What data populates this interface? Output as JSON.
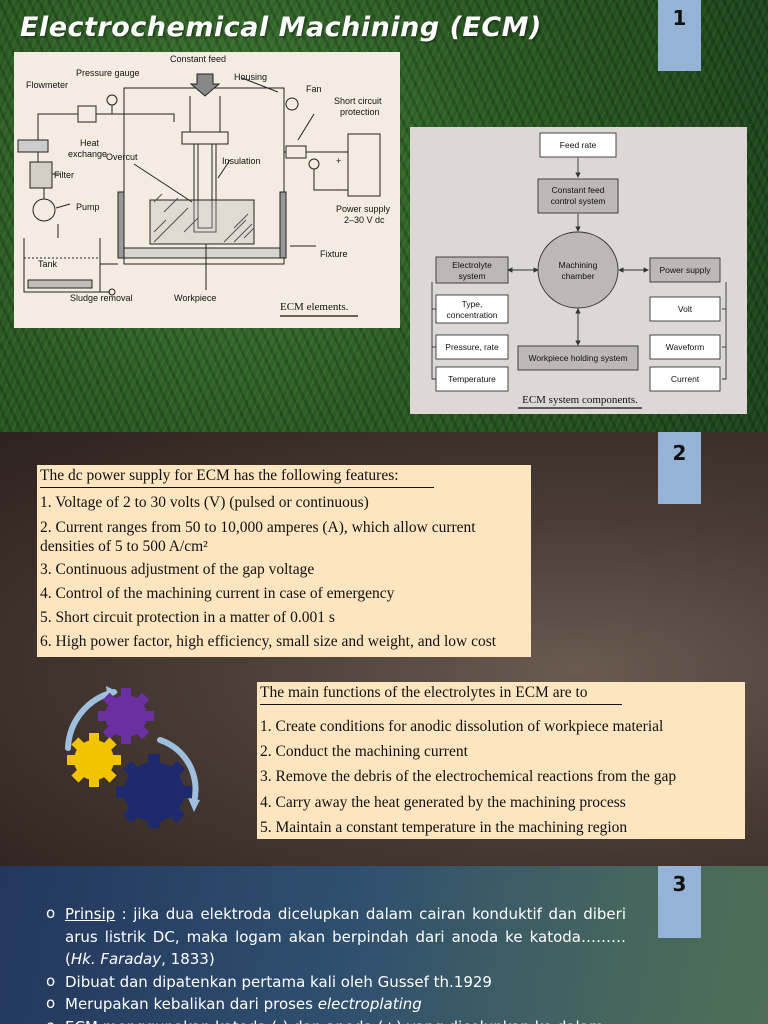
{
  "slide1": {
    "number": "1",
    "title": "Electrochemical Machining (ECM)",
    "elements_figure": {
      "labels": {
        "constant_feed": "Constant feed",
        "pressure_gauge": "Pressure gauge",
        "housing": "Housing",
        "flowmeter": "Flowmeter",
        "fan": "Fan",
        "short_circuit_1": "Short circuit",
        "short_circuit_2": "protection",
        "heat_1": "Heat",
        "heat_2": "exchange",
        "overcut": "Overcut",
        "insulation": "Insulation",
        "filter": "Filter",
        "pump": "Pump",
        "power_1": "Power supply",
        "power_2": "2–30 V dc",
        "tank": "Tank",
        "fixture": "Fixture",
        "sludge": "Sludge removal",
        "workpiece": "Workpiece",
        "plus": "+",
        "minus": "–",
        "caption": "ECM elements."
      }
    },
    "system_figure": {
      "feed_rate": "Feed rate",
      "constant_feed_1": "Constant feed",
      "constant_feed_2": "control system",
      "chamber_1": "Machining",
      "chamber_2": "chamber",
      "electrolyte_1": "Electrolyte",
      "electrolyte_2": "system",
      "power_supply": "Power supply",
      "type_1": "Type,",
      "type_2": "concentration",
      "volt": "Volt",
      "pressure_rate": "Pressure, rate",
      "workpiece_holding": "Workpiece holding system",
      "waveform": "Waveform",
      "temperature": "Temperature",
      "current": "Current",
      "caption": "ECM system components."
    }
  },
  "slide2": {
    "number": "2",
    "power_supply": {
      "title": "The dc power supply for ECM has the following features:",
      "items": [
        "1. Voltage of 2 to 30 volts (V) (pulsed or continuous)",
        "2. Current ranges from 50 to 10,000 amperes (A), which allow current densities of 5 to 500 A/cm²",
        "3. Continuous adjustment of the gap voltage",
        "4. Control of the machining current in case of emergency",
        "5. Short circuit protection in a matter of 0.001 s",
        "6. High power factor, high efficiency, small size and weight, and low cost"
      ]
    },
    "electrolytes": {
      "title": "The main functions of the electrolytes in ECM are to",
      "items": [
        "1. Create conditions for anodic dissolution of workpiece material",
        "2. Conduct the machining current",
        "3. Remove the debris of the electrochemical reactions from the gap",
        "4. Carry away the heat generated by the machining process",
        "5. Maintain a constant temperature in the machining region"
      ]
    },
    "gear_colors": [
      "#6a2fa0",
      "#f2c400",
      "#1f2a6e",
      "#9ec0de"
    ]
  },
  "slide3": {
    "number": "3",
    "bullets": {
      "b1_term": "Prinsip",
      "b1_text_a": " :  jika dua elektroda dicelupkan dalam cairan konduktif dan diberi arus listrik DC, maka logam akan berpindah dari anoda ke katoda………(",
      "b1_cite": "Hk. Faraday",
      "b1_text_b": ", 1833)",
      "b2": "Dibuat dan dipatenkan pertama kali oleh Gussef th.1929",
      "b3_a": "Merupakan kebalikan dari proses ",
      "b3_em": "electroplating",
      "b4": "ECM menggunakan katoda (-) dan anoda (+) yang dicelupkan ke dalam"
    }
  }
}
